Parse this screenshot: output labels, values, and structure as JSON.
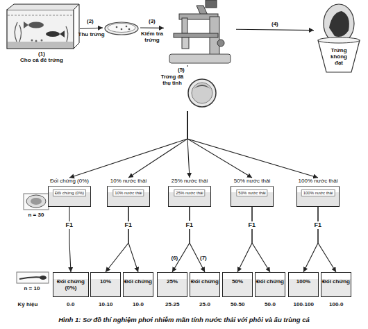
{
  "diagram": {
    "caption": "Hình 1: Sơ đồ thí nghiệm phơi nhiễm mãn tính nước thải với phôi và ấu trùng cá",
    "nodes": [
      {
        "text": [
          "(1)",
          "Cho cá đẻ trứng"
        ]
      },
      {
        "text": []
      },
      {
        "text": []
      },
      {
        "text": [
          "Trứng không đạt"
        ]
      },
      {
        "text": [
          "(5)",
          "Trứng đã thụ tinh"
        ]
      },
      {
        "text": [
          "Đối chứng (0%)",
          "Đối chứng (0%)"
        ]
      },
      {
        "text": [
          "10% nước thải",
          "10% nước thải"
        ]
      },
      {
        "text": [
          "25% nước thải",
          "25% nước thải"
        ]
      },
      {
        "text": [
          "50% nước thải",
          "50% nước thải"
        ]
      },
      {
        "text": [
          "100% nước thải",
          "100% nước thải"
        ]
      },
      {
        "text": [
          "Đối chứng (0%)"
        ]
      },
      {
        "text": [
          "10%"
        ]
      },
      {
        "text": [
          "Đối chứng"
        ]
      },
      {
        "text": [
          "25%"
        ]
      },
      {
        "text": [
          "Đối chứng"
        ]
      },
      {
        "text": [
          "50%"
        ]
      },
      {
        "text": [
          "Đối chứng"
        ]
      },
      {
        "text": [
          "100%"
        ]
      },
      {
        "text": [
          "Đối chứng"
        ]
      }
    ],
    "edges": [
      {
        "from": 0,
        "to": 1,
        "arrow": "to",
        "label": "Thu trứng"
      },
      {
        "from": 1,
        "to": 2,
        "arrow": "to",
        "label": "Kiểm tra trứng"
      },
      {
        "from": 2,
        "to": 3,
        "arrow": "to",
        "label": "(4)"
      },
      {
        "from": 2,
        "to": 4,
        "arrow": "none"
      },
      {
        "from": 4,
        "to": 5,
        "arrow": "to"
      },
      {
        "from": 4,
        "to": 6,
        "arrow": "to"
      },
      {
        "from": 4,
        "to": 7,
        "arrow": "to"
      },
      {
        "from": 4,
        "to": 8,
        "arrow": "to"
      },
      {
        "from": 4,
        "to": 9,
        "arrow": "to"
      },
      {
        "from": 5,
        "to": 10,
        "arrow": "to",
        "label": "F1"
      },
      {
        "from": 6,
        "to": 11,
        "arrow": "to",
        "label": "F1"
      },
      {
        "from": 6,
        "to": 12,
        "arrow": "to"
      },
      {
        "from": 7,
        "to": 13,
        "arrow": "to",
        "label": "(6)"
      },
      {
        "from": 7,
        "to": 14,
        "arrow": "to",
        "label": "(7)"
      },
      {
        "from": 8,
        "to": 15,
        "arrow": "to",
        "label": "F1"
      },
      {
        "from": 8,
        "to": 16,
        "arrow": "to"
      },
      {
        "from": 9,
        "to": 17,
        "arrow": "to",
        "label": "F1"
      },
      {
        "from": 9,
        "to": 18,
        "arrow": "to"
      }
    ],
    "labels": [
      "(2)",
      "(3)",
      "F1",
      "n = 30",
      "n = 10",
      "Ký hiệu",
      "0-0",
      "10-10",
      "10-0",
      "25-25",
      "25-0",
      "50-50",
      "50-0",
      "100-100",
      "100-0"
    ]
  }
}
